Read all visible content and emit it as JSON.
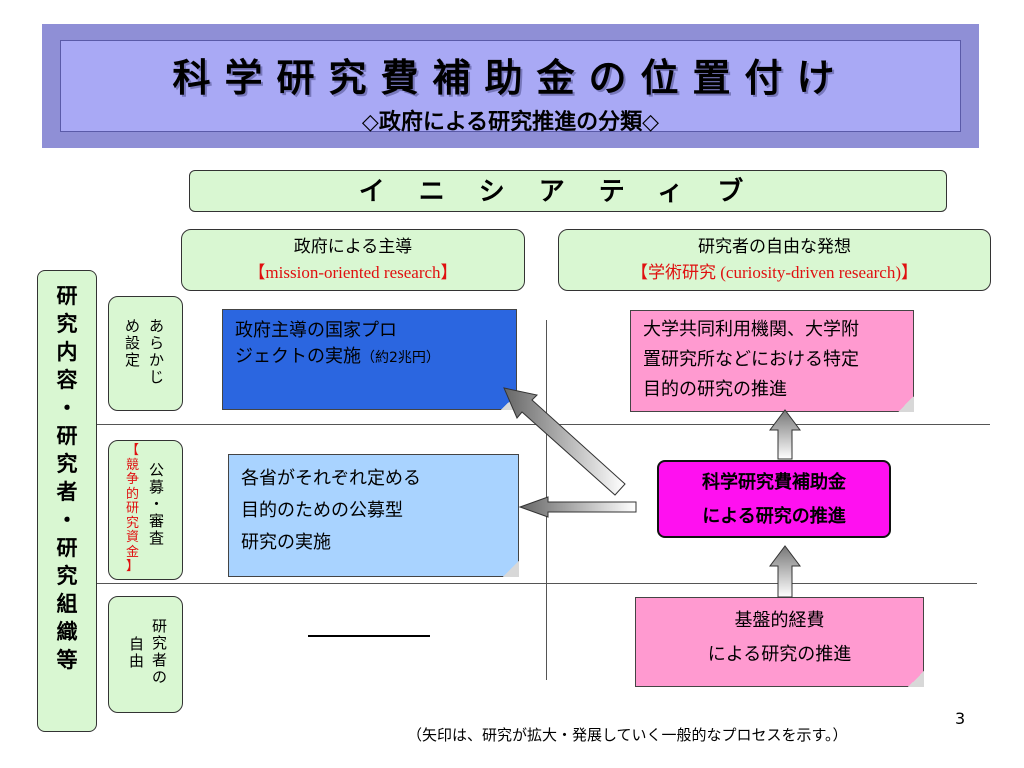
{
  "title": {
    "main": "科学研究費補助金の位置付け",
    "sub": "◇政府による研究推進の分類◇"
  },
  "initiative": "イニシアティブ",
  "columns": {
    "government": {
      "line1": "政府による主導",
      "line2": "【mission-oriented research】"
    },
    "free": {
      "line1": "研究者の自由な発想",
      "line2_red": "【学術研究",
      "line2_serif": " (curiosity-driven research)】"
    }
  },
  "left_band": [
    "研",
    "究",
    "内",
    "容",
    "・",
    "研",
    "究",
    "者",
    "・",
    "研",
    "究",
    "組",
    "織",
    "等"
  ],
  "rows": {
    "predetermined": {
      "col_a": "あらかじ",
      "col_b": "め設定"
    },
    "competitive": {
      "col_a": "公募・審査",
      "col_b_red": "【競争的研究資金】"
    },
    "researcher_free": {
      "col_a": "研究者の",
      "col_b": "自由"
    }
  },
  "boxes": {
    "gov_project": {
      "line1": "政府主導の国家プロ",
      "line2": "ジェクトの実施",
      "amount": "（約2兆円）"
    },
    "ministry": {
      "line1": "各省がそれぞれ定める",
      "line2": "目的のための公募型",
      "line3": "研究の実施"
    },
    "univ": {
      "line1": "大学共同利用機関、大学附",
      "line2": "置研究所などにおける特定",
      "line3": "目的の研究の推進"
    },
    "kaken": {
      "line1": "科学研究費補助金",
      "line2": "による研究の推進"
    },
    "kiban": {
      "line1": "基盤的経費",
      "line2": "による研究の推進"
    }
  },
  "footnote": "（矢印は、研究が拡大・発展していく一般的なプロセスを示す。）",
  "page_number": "3"
}
